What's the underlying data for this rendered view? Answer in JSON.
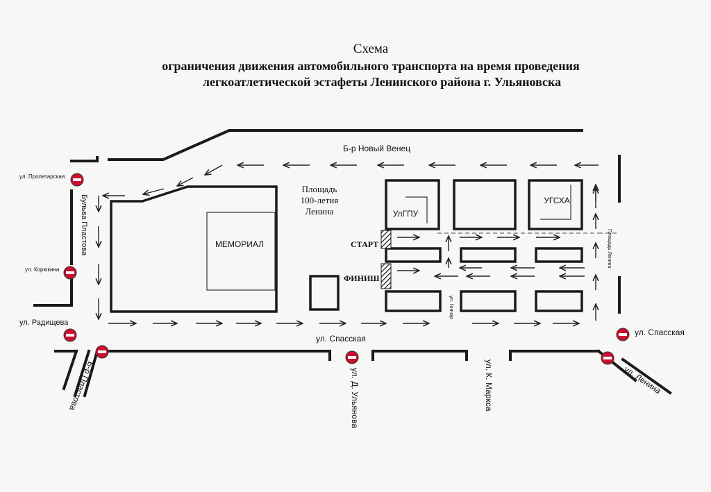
{
  "title": {
    "line1": "Схема",
    "line2": "ограничения движения автомобильного транспорта на время проведения",
    "line3": "легкоатлетической эстафеты Ленинского района г. Ульяновска"
  },
  "labels": {
    "novy_venets": "Б-р Новый Венец",
    "ploshchad_1": "Площадь",
    "ploshchad_2": "100-летия",
    "ploshchad_3": "Ленина",
    "memorial": "МЕМОРИАЛ",
    "ulgpu": "УлГПУ",
    "ugsha": "УГСХА",
    "start": "СТАРТ",
    "finish": "ФИНИШ",
    "bulvar_plastova": "Бульва Пластова",
    "ul_proletarskaya": "ул. Пролетарская",
    "ul_korunkina": "ул. Корюкина",
    "ul_radishcheva": "ул. Радищева",
    "ul_spasskaya_center": "ул. Спасская",
    "ul_spasskaya_right": "ул. Спасская",
    "ul_lenina": "ул. Ленина",
    "ul_goncharova": "ул. Гончар",
    "ploshchad_lenina_vert": "Площадь Ленина",
    "br_plastova_bottom": "Б-р Пластова",
    "ul_d_ulyanova": "ул. Д. Ульянова",
    "ul_k_marksa": "ул. К. Маркса"
  },
  "colors": {
    "no_entry_sign": "#c8102e",
    "line": "#1a1a1a"
  },
  "icons": {
    "no_entry": "no-entry-sign-icon",
    "direction": "arrow-icon",
    "hatch": "start-finish-hatch-icon"
  }
}
